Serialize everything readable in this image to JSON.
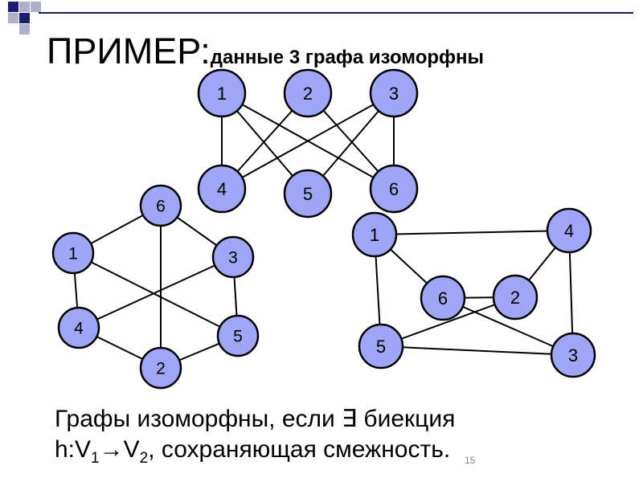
{
  "title": {
    "main": "ПРИМЕР:",
    "sub": "данные 3 графа изоморфны"
  },
  "graphs": [
    {
      "id": "graph-a",
      "vertices": [
        {
          "label": "1"
        },
        {
          "label": "2"
        },
        {
          "label": "3"
        },
        {
          "label": "4"
        },
        {
          "label": "5"
        },
        {
          "label": "6"
        }
      ],
      "edges": [
        [
          "1",
          "4"
        ],
        [
          "1",
          "5"
        ],
        [
          "1",
          "6"
        ],
        [
          "2",
          "4"
        ],
        [
          "2",
          "6"
        ],
        [
          "3",
          "4"
        ],
        [
          "3",
          "5"
        ],
        [
          "3",
          "6"
        ]
      ]
    },
    {
      "id": "graph-b",
      "vertices": [
        {
          "label": "6"
        },
        {
          "label": "1"
        },
        {
          "label": "3"
        },
        {
          "label": "4"
        },
        {
          "label": "5"
        },
        {
          "label": "2"
        }
      ],
      "edges": [
        [
          "6",
          "1"
        ],
        [
          "6",
          "3"
        ],
        [
          "6",
          "2"
        ],
        [
          "1",
          "4"
        ],
        [
          "1",
          "5"
        ],
        [
          "3",
          "5"
        ],
        [
          "3",
          "4"
        ],
        [
          "4",
          "2"
        ],
        [
          "5",
          "2"
        ]
      ]
    },
    {
      "id": "graph-c",
      "vertices": [
        {
          "label": "1"
        },
        {
          "label": "4"
        },
        {
          "label": "6"
        },
        {
          "label": "2"
        },
        {
          "label": "5"
        },
        {
          "label": "3"
        }
      ],
      "edges": [
        [
          "1",
          "4"
        ],
        [
          "1",
          "6"
        ],
        [
          "1",
          "5"
        ],
        [
          "4",
          "2"
        ],
        [
          "4",
          "3"
        ],
        [
          "6",
          "2"
        ],
        [
          "6",
          "3"
        ],
        [
          "2",
          "5"
        ],
        [
          "5",
          "3"
        ]
      ]
    }
  ],
  "colors": {
    "node_fill": "#9ea6f5",
    "node_stroke": "#000000",
    "edge": "#000000",
    "accent": "#1c1c70"
  },
  "bottom": {
    "line1": "Графы изоморфны, если ∃ биекция",
    "l2_a": "h:V",
    "l2_sub1": "1",
    "l2_arrow": "→V",
    "l2_sub2": "2",
    "l2_rest": ", сохраняющая смежность."
  },
  "page_number": "15"
}
